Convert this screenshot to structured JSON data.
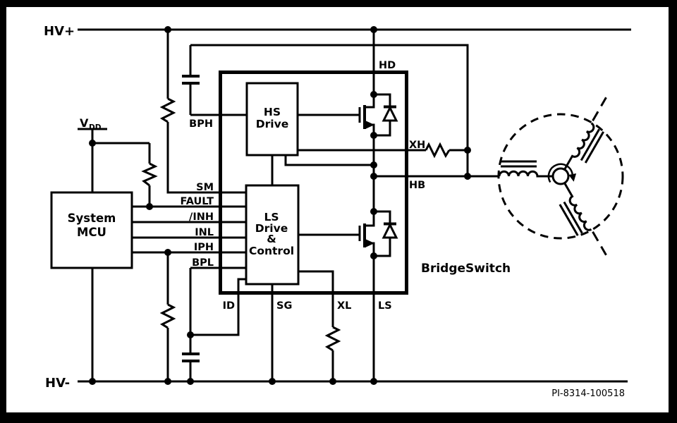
{
  "rails": {
    "top": "HV+",
    "bottom": "HV-"
  },
  "supply": {
    "vdd_main": "V",
    "vdd_sub": "DD"
  },
  "mcu": {
    "line1": "System",
    "line2": "MCU"
  },
  "ic": {
    "label": "BridgeSwitch",
    "hs_drive": {
      "line1": "HS",
      "line2": "Drive"
    },
    "ls_drive": {
      "line1": "LS",
      "line2": "Drive",
      "line3": "&",
      "line4": "Control"
    }
  },
  "pins": {
    "bph": "BPH",
    "sm": "SM",
    "fault": "FAULT",
    "inh": "/INH",
    "inl": "INL",
    "iph": "IPH",
    "bpl": "BPL",
    "hd": "HD",
    "xh": "XH",
    "hb": "HB",
    "id": "ID",
    "sg": "SG",
    "xl": "XL",
    "ls": "LS"
  },
  "footer": {
    "part_number": "PI-8314-100518"
  },
  "colors": {
    "ink": "#000000",
    "paper": "#ffffff"
  }
}
